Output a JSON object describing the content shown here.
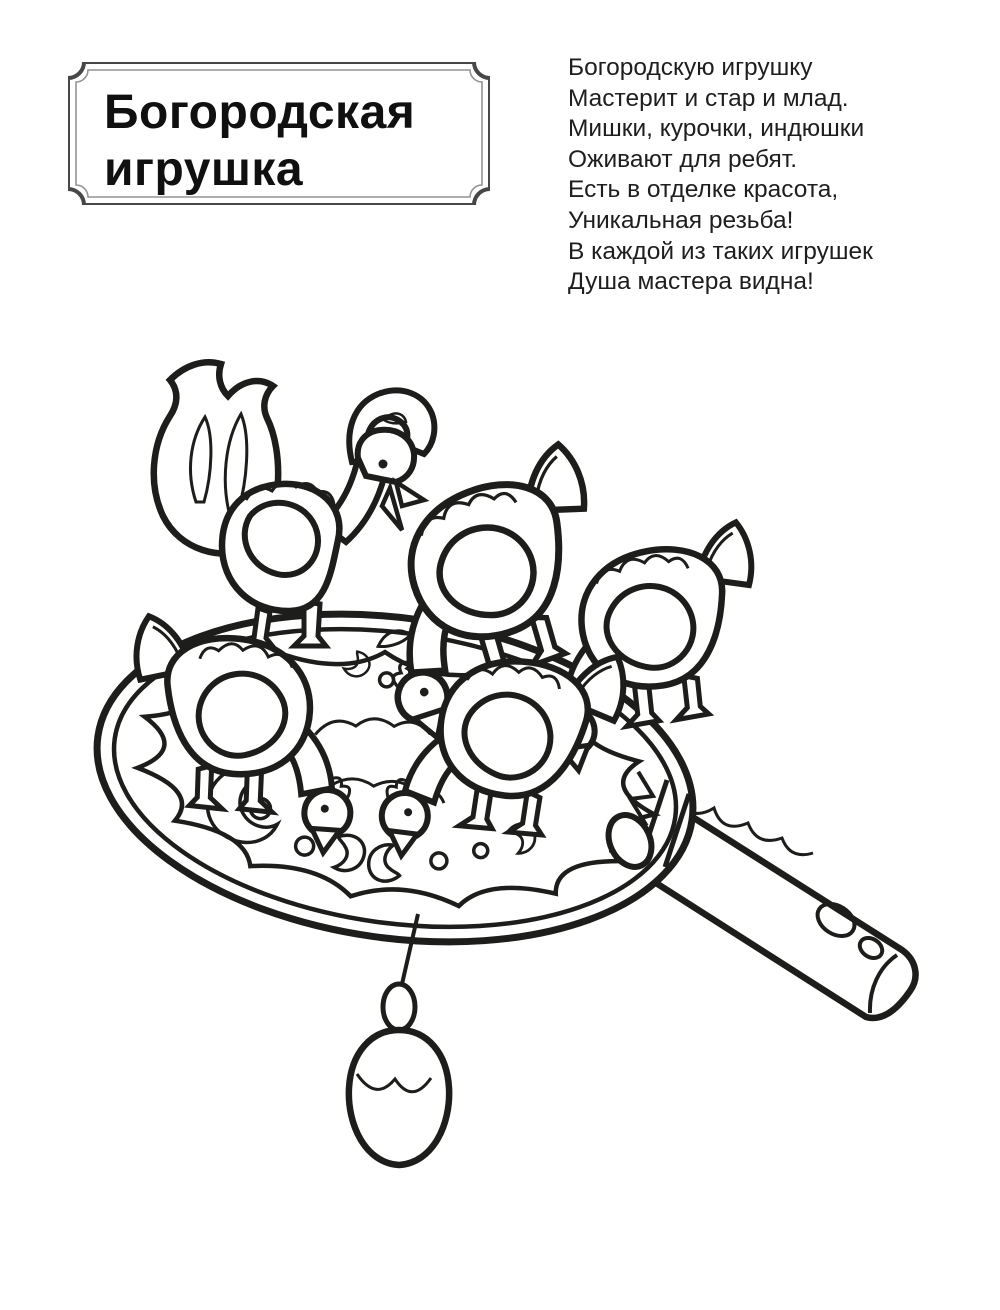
{
  "plaque": {
    "line1": "Богородская",
    "line2": "игрушка"
  },
  "poem": {
    "lines": [
      "Богородскую игрушку",
      "Мастерит и стар и млад.",
      "Мишки, курочки, индюшки",
      "Оживают для ребят.",
      "Есть в отделке красота,",
      "Уникальная резьба!",
      "В каждой из таких игрушек",
      "Душа мастера видна!"
    ]
  },
  "illustration": {
    "kind": "coloring-line-art",
    "subject": "bogorodskaya-pecking-birds-toy",
    "ink_color": "#1d1d1b",
    "paper_color": "#ffffff",
    "figures": [
      "rooster",
      "hen",
      "hen",
      "hen",
      "hen"
    ],
    "parts": [
      "paddle-plate",
      "handle",
      "string",
      "pendulum-ball"
    ]
  }
}
